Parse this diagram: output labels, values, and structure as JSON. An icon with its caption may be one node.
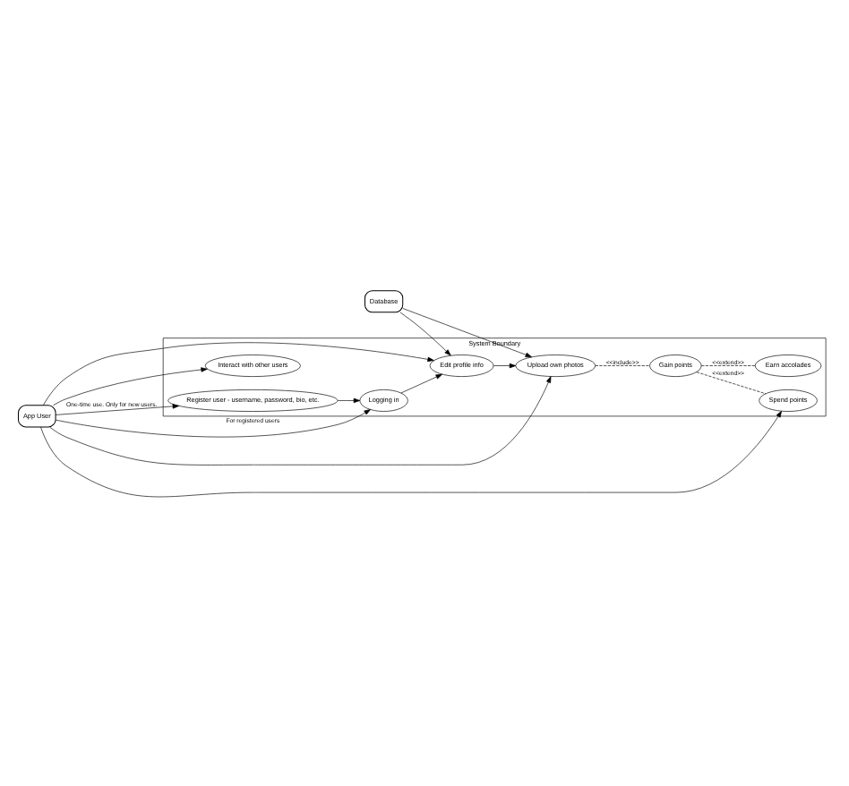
{
  "diagram": {
    "nodes": [
      {
        "text": [
          "System Boundary"
        ]
      },
      {
        "text": [
          "App User"
        ]
      },
      {
        "text": [
          "Register user - username, password, bio, etc."
        ],
        "in": 0
      },
      {
        "text": [
          "Logging in"
        ],
        "in": 0
      },
      {
        "text": [
          "Edit profile info"
        ],
        "in": 0
      },
      {
        "text": [
          "Upload own photos"
        ],
        "in": 0
      },
      {
        "text": [
          "Interact with other users"
        ],
        "in": 0
      },
      {
        "text": [
          "Gain points"
        ],
        "in": 0
      },
      {
        "text": [
          "Spend points"
        ],
        "in": 0
      },
      {
        "text": [
          "Earn accolades"
        ],
        "in": 0
      },
      {
        "text": [
          "Database"
        ]
      }
    ],
    "edges": [
      {
        "from": 1,
        "to": 2,
        "arrow": "to",
        "label": "One-time use. Only for new users."
      },
      {
        "from": 1,
        "to": 3,
        "arrow": "to",
        "label": "For registered users"
      },
      {
        "from": 1,
        "to": 4,
        "arrow": "to"
      },
      {
        "from": 1,
        "to": 5,
        "arrow": "to"
      },
      {
        "from": 1,
        "to": 6,
        "arrow": "to"
      },
      {
        "from": 1,
        "to": 8,
        "arrow": "to"
      },
      {
        "from": 2,
        "to": 3,
        "arrow": "to"
      },
      {
        "from": 3,
        "to": 4,
        "arrow": "to"
      },
      {
        "from": 4,
        "to": 5,
        "arrow": "to"
      },
      {
        "from": 10,
        "to": 4,
        "arrow": "to"
      },
      {
        "from": 10,
        "to": 5,
        "arrow": "to"
      },
      {
        "from": 5,
        "to": 7,
        "arrow": "none",
        "style": "dashed",
        "label": "<<include>>"
      },
      {
        "from": 7,
        "to": 8,
        "arrow": "none",
        "style": "dashed",
        "label": "<<extend>>"
      },
      {
        "from": 7,
        "to": 9,
        "arrow": "none",
        "style": "dashed",
        "label": "<<extend>>"
      }
    ]
  }
}
